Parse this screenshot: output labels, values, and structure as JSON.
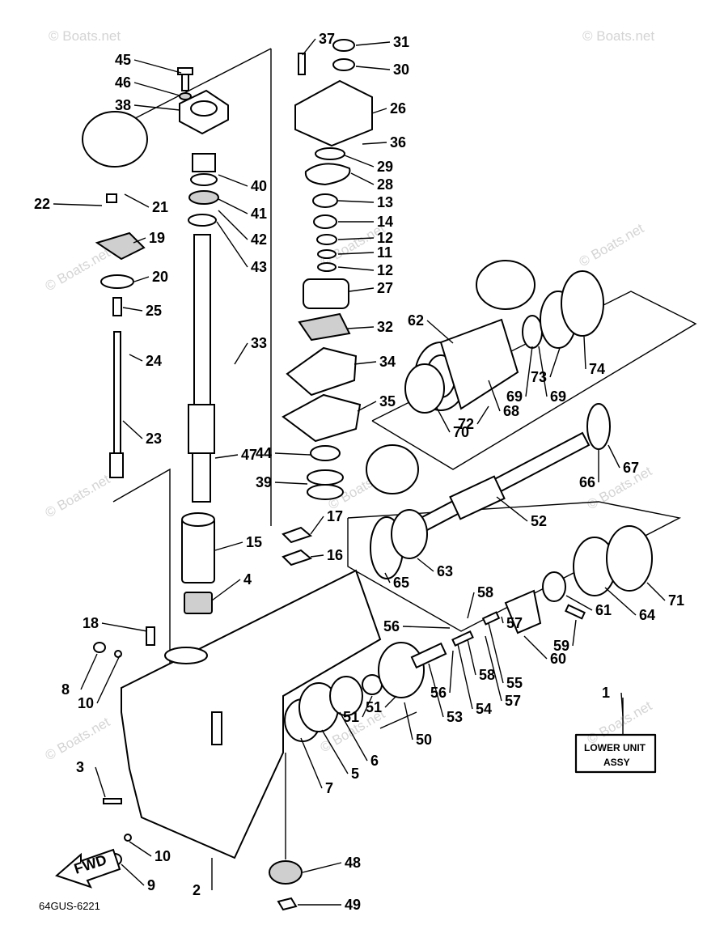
{
  "watermark": "© Boats.net",
  "doc_code": "64GUS-6221",
  "assy_label": {
    "line1": "LOWER UNIT",
    "line2": "ASSY"
  },
  "fwd_label": "FWD",
  "callouts": [
    "1",
    "2",
    "3",
    "4",
    "5",
    "6",
    "7",
    "8",
    "9",
    "10",
    "10",
    "11",
    "12",
    "12",
    "13",
    "14",
    "15",
    "16",
    "17",
    "18",
    "19",
    "20",
    "21",
    "22",
    "23",
    "24",
    "25",
    "26",
    "27",
    "28",
    "29",
    "30",
    "31",
    "32",
    "33",
    "34",
    "35",
    "36",
    "37",
    "38",
    "39",
    "40",
    "41",
    "42",
    "43",
    "44",
    "45",
    "46",
    "47",
    "48",
    "49",
    "50",
    "51",
    "51",
    "52",
    "53",
    "54",
    "55",
    "56",
    "56",
    "57",
    "57",
    "58",
    "58",
    "59",
    "60",
    "61",
    "62",
    "63",
    "64",
    "65",
    "66",
    "67",
    "68",
    "69",
    "69",
    "70",
    "71",
    "72",
    "73",
    "74"
  ]
}
